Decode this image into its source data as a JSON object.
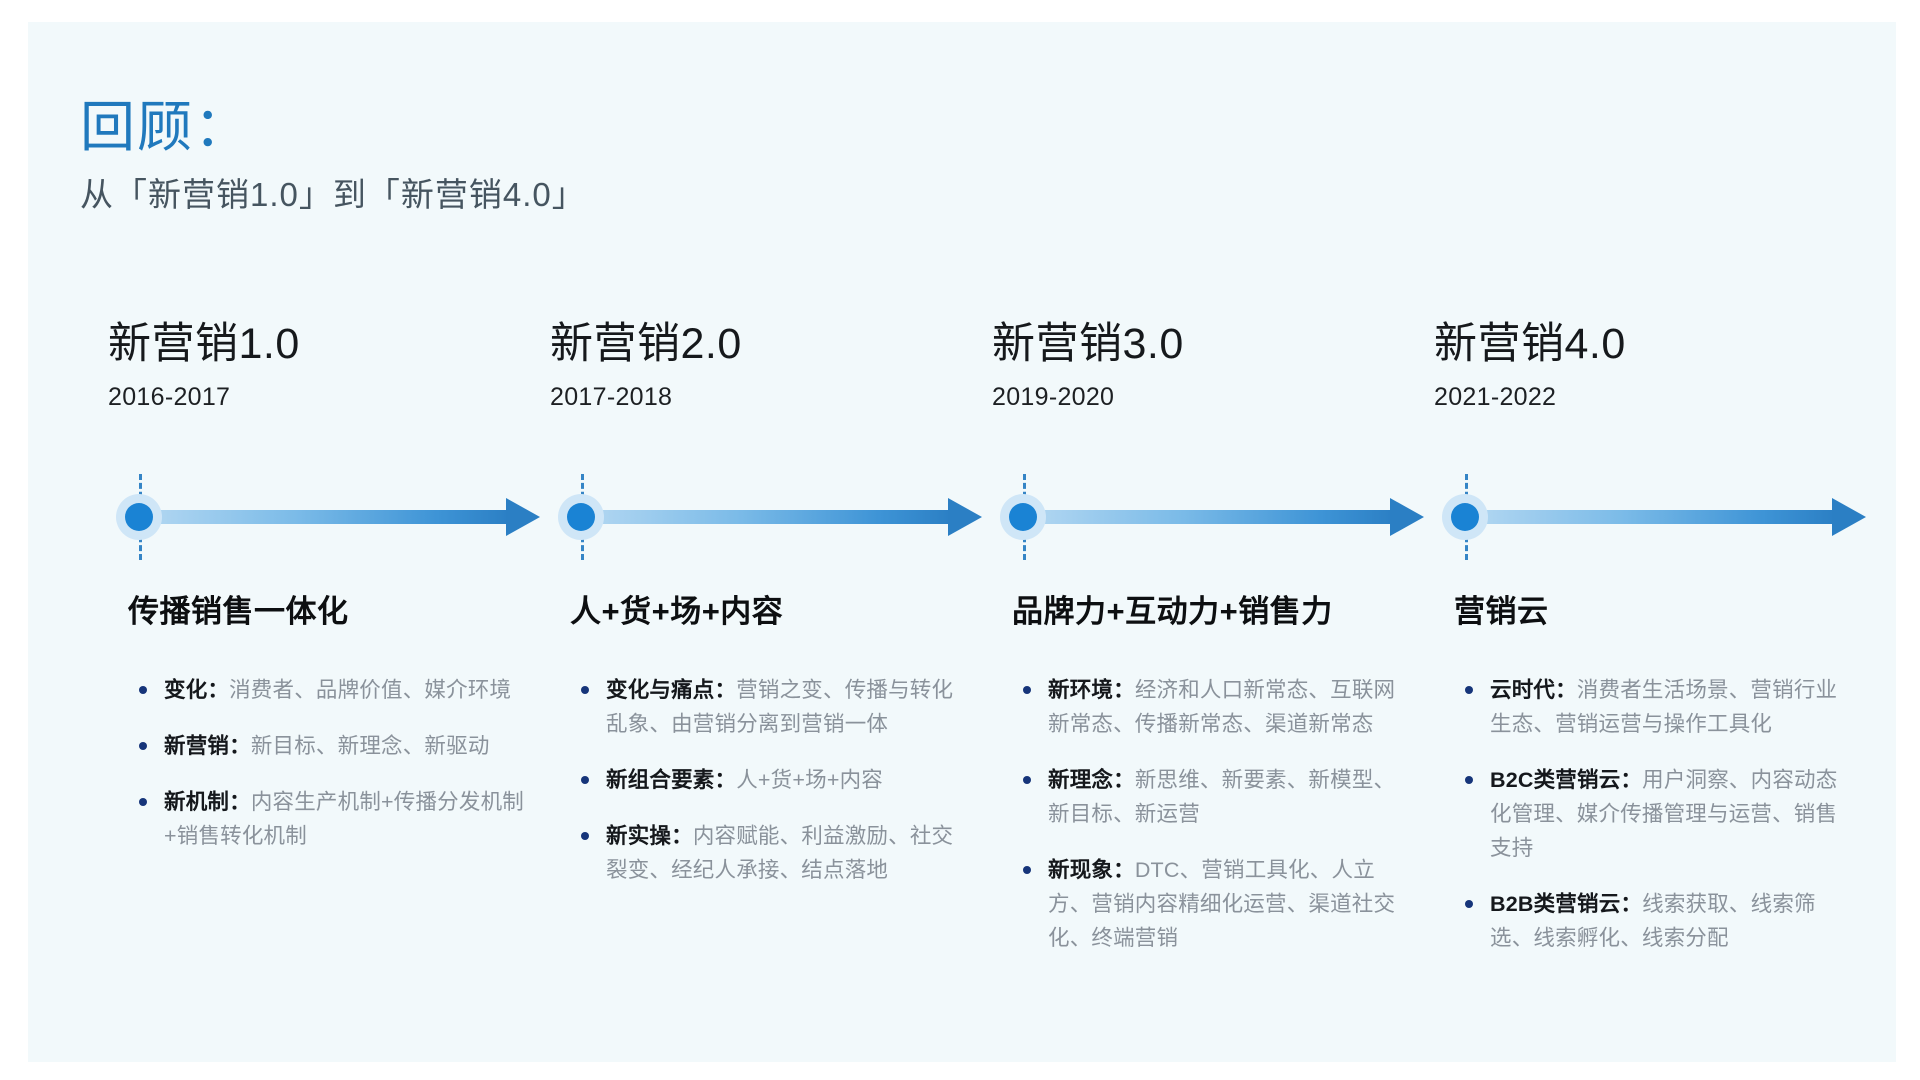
{
  "slide": {
    "background_color": "#f2f9fb",
    "accent_color": "#2079bd",
    "title": "回顾：",
    "subtitle": "从「新营销1.0」到「新营销4.0」"
  },
  "columns": [
    {
      "title": "新营销1.0",
      "daterange": "2016-2017",
      "headline": "传播销售一体化",
      "bullets": [
        {
          "lead": "变化：",
          "text": "消费者、品牌价值、媒介环境"
        },
        {
          "lead": "新营销：",
          "text": "新目标、新理念、新驱动"
        },
        {
          "lead": "新机制：",
          "text": "内容生产机制+传播分发机制+销售转化机制"
        }
      ]
    },
    {
      "title": "新营销2.0",
      "daterange": "2017-2018",
      "headline": "人+货+场+内容",
      "bullets": [
        {
          "lead": "变化与痛点：",
          "text": "营销之变、传播与转化乱象、由营销分离到营销一体"
        },
        {
          "lead": "新组合要素：",
          "text": "人+货+场+内容"
        },
        {
          "lead": "新实操：",
          "text": "内容赋能、利益激励、社交裂变、经纪人承接、结点落地"
        }
      ]
    },
    {
      "title": "新营销3.0",
      "daterange": "2019-2020",
      "headline": "品牌力+互动力+销售力",
      "bullets": [
        {
          "lead": "新环境：",
          "text": "经济和人口新常态、互联网新常态、传播新常态、渠道新常态"
        },
        {
          "lead": "新理念：",
          "text": "新思维、新要素、新模型、新目标、新运营"
        },
        {
          "lead": "新现象：",
          "text": "DTC、营销工具化、人立方、营销内容精细化运营、渠道社交化、终端营销"
        }
      ]
    },
    {
      "title": "新营销4.0",
      "daterange": "2021-2022",
      "headline": "营销云",
      "bullets": [
        {
          "lead": "云时代：",
          "text": "消费者生活场景、营销行业生态、营销运营与操作工具化"
        },
        {
          "lead": "B2C类营销云：",
          "text": "用户洞察、内容动态化管理、媒介传播管理与运营、销售支持"
        },
        {
          "lead": "B2B类营销云：",
          "text": "线索获取、线索筛选、线索孵化、线索分配"
        }
      ]
    }
  ]
}
